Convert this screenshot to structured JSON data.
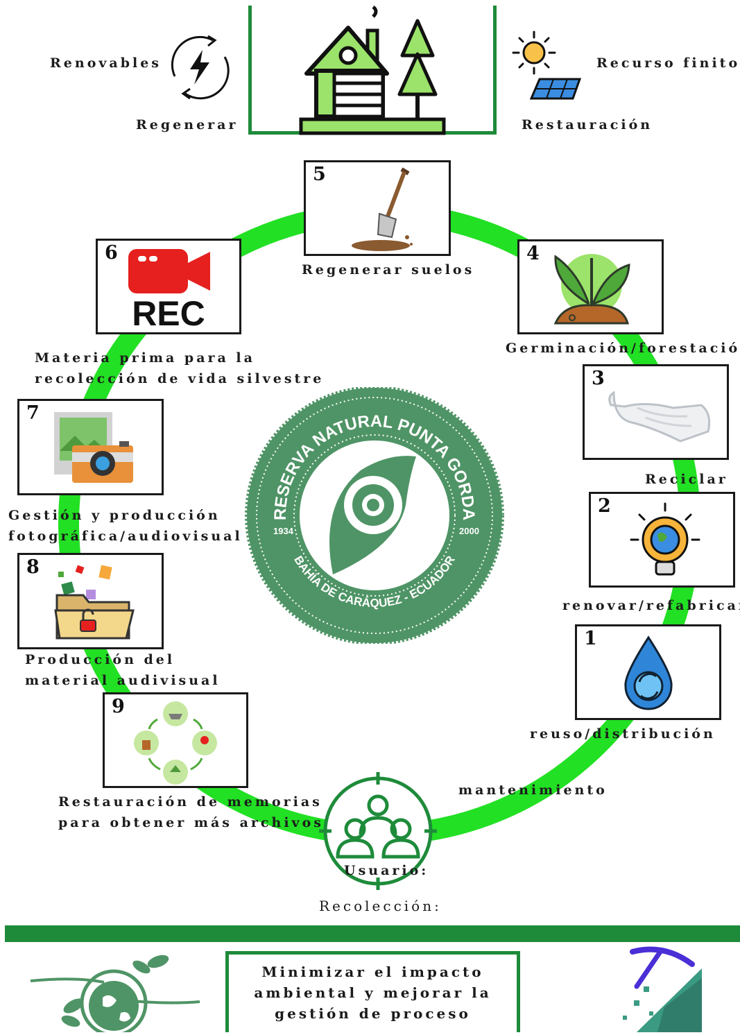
{
  "colors": {
    "ring": "#22e024",
    "frame": "#1e8b3a",
    "seal": "#4f9466",
    "accent": "#9be36a"
  },
  "top": {
    "left_label": "Renovables",
    "left_sub": "Regenerar",
    "right_label": "Recurso finitos",
    "right_sub": "Restauración",
    "left_icon": "lightning-recycle-icon",
    "center_icon": "house-trees-icon",
    "right_icon": "sun-solar-panel-icon"
  },
  "steps": [
    {
      "num": "1",
      "label": "reuso/distribución",
      "icon": "water-drop-icon"
    },
    {
      "num": "2",
      "label": "renovar/refabricar",
      "icon": "lightbulb-earth-icon"
    },
    {
      "num": "3",
      "label": "Reciclar",
      "icon": "plastic-bottle-icon"
    },
    {
      "num": "4",
      "label": "Germinación/forestación",
      "icon": "sprout-icon"
    },
    {
      "num": "5",
      "label": "Regenerar suelos",
      "icon": "shovel-icon"
    },
    {
      "num": "6",
      "label": "Materia prima para la recolección de vida silvestre",
      "icon": "rec-camera-icon",
      "label_lines": [
        "Materia prima para la",
        "recolección de vida silvestre"
      ]
    },
    {
      "num": "7",
      "label": "Gestión y producción fotográfica/audiovisual",
      "icon": "photo-camera-icon",
      "label_lines": [
        "Gestión y producción",
        "fotográfica/audiovisual"
      ]
    },
    {
      "num": "8",
      "label": "Producción del material audivisual",
      "icon": "folder-icon",
      "label_lines": [
        "Producción del",
        "material audivisual"
      ]
    },
    {
      "num": "9",
      "label": "Restauración de memorias para obtener más archivos",
      "icon": "wildlife-cycle-icon",
      "label_lines": [
        "Restauración de memorias",
        "para obtener más archivos"
      ]
    }
  ],
  "ring_labels": {
    "maintenance": "mantenimiento",
    "user": "Usuario:",
    "collection": "Recolección:"
  },
  "seal": {
    "top_text": "RESERVA NATURAL PUNTA GORDA",
    "bottom_text": "BAHÍA DE CARÁQUEZ - ECUADOR",
    "year_left": "1934",
    "year_right": "2000"
  },
  "footer": {
    "goal_lines": [
      "Minimizar el impacto",
      "ambiental y mejorar la",
      "gestión de proceso"
    ],
    "left_icon": "earth-leaves-icon",
    "right_icon": "pickaxe-mining-icon"
  }
}
